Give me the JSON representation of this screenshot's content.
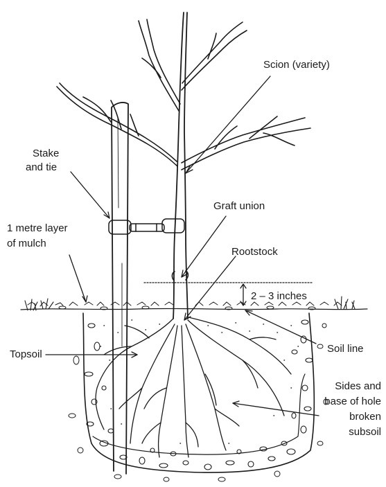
{
  "labels": {
    "scion": "Scion (variety)",
    "stake_line1": "Stake",
    "stake_line2": "and tie",
    "graft_union": "Graft union",
    "mulch_line1": "1 metre layer",
    "mulch_line2": "of mulch",
    "rootstock": "Rootstock",
    "depth": "2 – 3 inches",
    "topsoil": "Topsoil",
    "soil_line": "Soil line",
    "subsoil_line1": "Sides and",
    "subsoil_line2": "base of hole",
    "subsoil_line3": "broken",
    "subsoil_line4": "subsoil"
  },
  "colors": {
    "ink": "#1a1a1a",
    "background": "#ffffff"
  }
}
